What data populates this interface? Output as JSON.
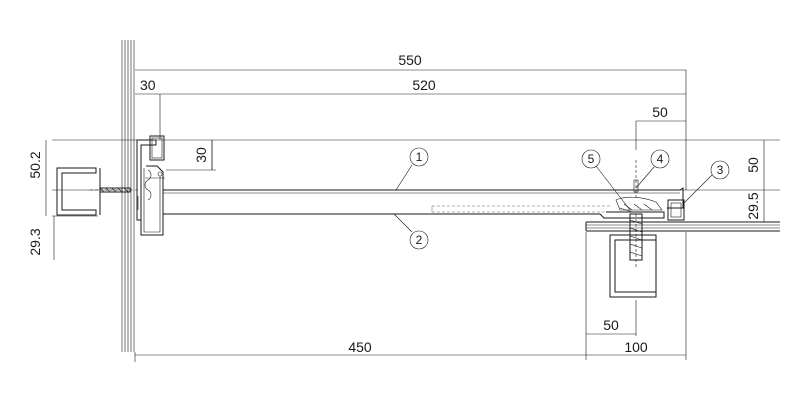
{
  "dimensions": {
    "overall_width": "550",
    "inner_width": "520",
    "left_offset": "30",
    "top_right_segment": "50",
    "left_top_height": "50.2",
    "left_bottom_height": "29.3",
    "left_profile_depth": "30",
    "right_top_height": "50",
    "right_bottom_height": "29.5",
    "bottom_span": "450",
    "bottom_right_span": "100",
    "bottom_right_segment": "50"
  },
  "callouts": [
    "1",
    "2",
    "3",
    "4",
    "5"
  ],
  "colors": {
    "line": "#1a1a1a",
    "dashed": "#9a9a9a",
    "background": "#ffffff"
  }
}
